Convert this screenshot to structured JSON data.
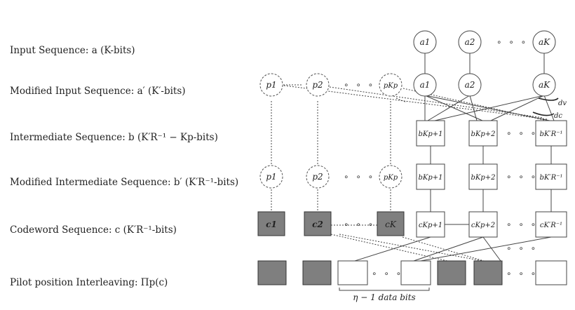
{
  "labels": {
    "input": "Input Sequence: a (K-bits)",
    "modified_input": "Modified Input Sequence: a′ (K′-bits)",
    "intermediate": "Intermediate Sequence: b (K′R⁻¹ − Kp-bits)",
    "modified_intermediate": "Modified Intermediate Sequence: b′ (K′R⁻¹-bits)",
    "codeword": "Codeword Sequence: c (K′R⁻¹-bits)",
    "pilot": "Pilot position Interleaving: Πp(c)"
  },
  "nodes": {
    "a_row": [
      "a1",
      "a2",
      "aK"
    ],
    "a_mod_row": [
      "p1",
      "p2",
      "pKp",
      "a1",
      "a2",
      "aK"
    ],
    "b_row": [
      "bKp+1",
      "bKp+2",
      "bK′R⁻¹"
    ],
    "b_mod_row": [
      "p1",
      "p2",
      "pKp",
      "bKp+1",
      "bKp+2",
      "bK′R⁻¹"
    ],
    "c_row": [
      "c1",
      "c2",
      "cK",
      "cKp+1",
      "cKp+2",
      "cK′R⁻¹"
    ]
  },
  "annotations": {
    "dv": "dv",
    "dc": "dc",
    "data_bits": "η − 1 data bits",
    "ellipsis": "∘ ∘ ∘"
  }
}
